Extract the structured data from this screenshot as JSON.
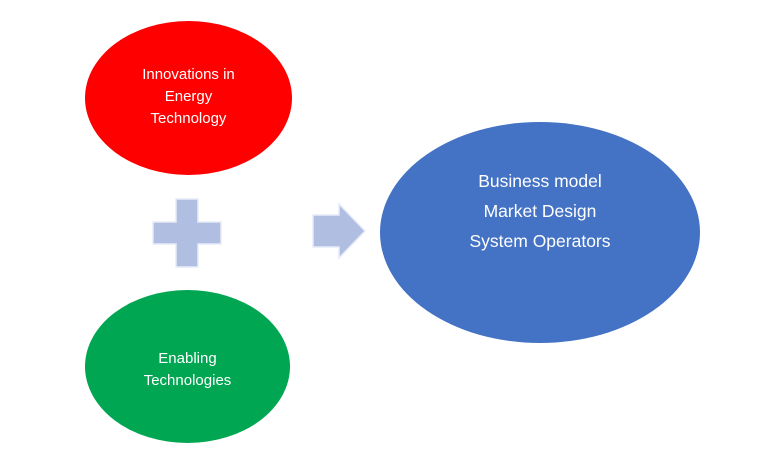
{
  "diagram": {
    "background_color": "#ffffff",
    "text_color": "#ffffff",
    "nodes": [
      {
        "id": "innovations-in-energy-technology",
        "shape": "ellipse",
        "fill": "#fe0000",
        "lines": [
          "Innovations in",
          "Energy",
          "Technology"
        ]
      },
      {
        "id": "enabling-technologies",
        "shape": "ellipse",
        "fill": "#00a651",
        "lines": [
          "Enabling",
          "Technologies"
        ]
      },
      {
        "id": "outcomes",
        "shape": "ellipse",
        "fill": "#4472c4",
        "lines": [
          "Business model",
          "Market Design",
          "System Operators"
        ]
      }
    ],
    "connectors": {
      "plus_fill": "#afbee1",
      "arrow_fill": "#afbee1",
      "outline_color": "#e7ebf8"
    }
  }
}
